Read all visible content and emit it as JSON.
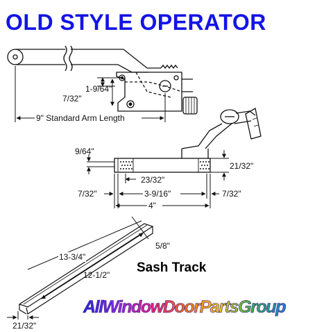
{
  "title": {
    "text": "OLD STYLE OPERATOR",
    "color": "#1414e6"
  },
  "top_view": {
    "arm_length": "9\" Standard Arm Length",
    "dim_a": "1-9/64\"",
    "dim_b": "7/32\""
  },
  "side_view": {
    "dim_thickness": "9/64\"",
    "dim_height": "21/32\"",
    "dim_center": "23/32\"",
    "dim_left": "7/32\"",
    "dim_span": "3-9/16\"",
    "dim_right": "7/32\"",
    "dim_total": "4\""
  },
  "sash_track": {
    "label": "Sash Track",
    "dim_length_long": "13-3/4\"",
    "dim_length_short": "12-1/2\"",
    "dim_width": "5/8\"",
    "dim_end": "21/32\""
  },
  "brand": {
    "text": "AllWindowDoorPartsGroup",
    "gradient": [
      "#1e2bd6",
      "#8a2be2",
      "#e0208c",
      "#f06a1e",
      "#f2c21b",
      "#35b04a",
      "#1e7bd6"
    ]
  }
}
